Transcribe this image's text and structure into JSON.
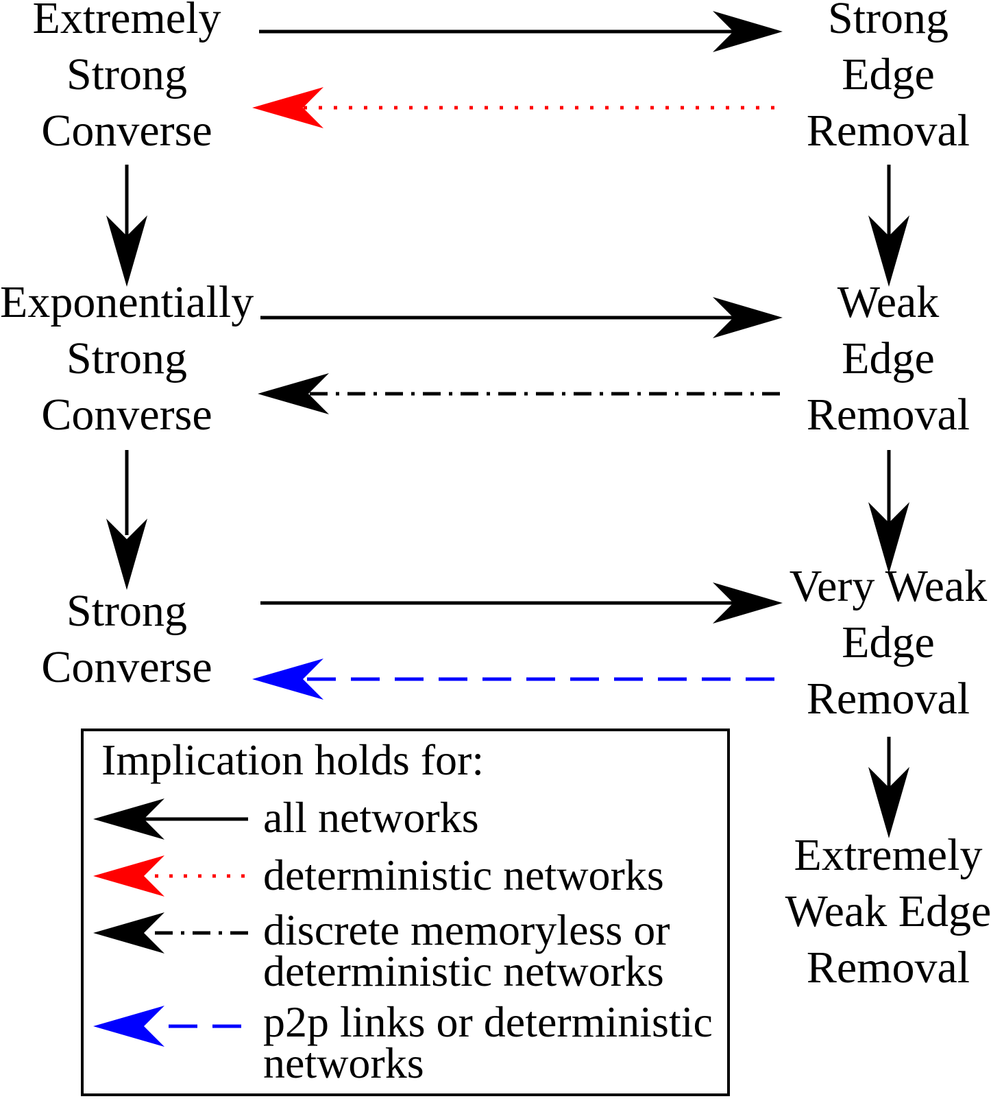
{
  "nodes": {
    "extremely_strong_converse": [
      "Extremely",
      "Strong",
      "Converse"
    ],
    "exponentially_strong_converse": [
      "Exponentially",
      "Strong",
      "Converse"
    ],
    "strong_converse": [
      "Strong",
      "Converse"
    ],
    "strong_edge_removal": [
      "Strong",
      "Edge",
      "Removal"
    ],
    "weak_edge_removal": [
      "Weak",
      "Edge",
      "Removal"
    ],
    "very_weak_edge_removal": [
      "Very Weak",
      "Edge",
      "Removal"
    ],
    "extremely_weak_edge_removal": [
      "Extremely",
      "Weak Edge",
      "Removal"
    ]
  },
  "edges": [
    {
      "from": "extremely_strong_converse",
      "to": "strong_edge_removal",
      "style": "solid",
      "color": "#000000"
    },
    {
      "from": "strong_edge_removal",
      "to": "extremely_strong_converse",
      "style": "dotted",
      "color": "#ff0000"
    },
    {
      "from": "exponentially_strong_converse",
      "to": "weak_edge_removal",
      "style": "solid",
      "color": "#000000"
    },
    {
      "from": "weak_edge_removal",
      "to": "exponentially_strong_converse",
      "style": "dash-dot",
      "color": "#000000"
    },
    {
      "from": "strong_converse",
      "to": "very_weak_edge_removal",
      "style": "solid",
      "color": "#000000"
    },
    {
      "from": "very_weak_edge_removal",
      "to": "strong_converse",
      "style": "dashed",
      "color": "#0000ff"
    },
    {
      "from": "extremely_strong_converse",
      "to": "exponentially_strong_converse",
      "style": "solid",
      "color": "#000000"
    },
    {
      "from": "exponentially_strong_converse",
      "to": "strong_converse",
      "style": "solid",
      "color": "#000000"
    },
    {
      "from": "strong_edge_removal",
      "to": "weak_edge_removal",
      "style": "solid",
      "color": "#000000"
    },
    {
      "from": "weak_edge_removal",
      "to": "very_weak_edge_removal",
      "style": "solid",
      "color": "#000000"
    },
    {
      "from": "very_weak_edge_removal",
      "to": "extremely_weak_edge_removal",
      "style": "solid",
      "color": "#000000"
    }
  ],
  "legend": {
    "title": "Implication holds for:",
    "items": [
      {
        "style": "solid",
        "color": "#000000",
        "lines": [
          "all networks"
        ]
      },
      {
        "style": "dotted",
        "color": "#ff0000",
        "lines": [
          "deterministic networks"
        ]
      },
      {
        "style": "dash-dot",
        "color": "#000000",
        "lines": [
          "discrete memoryless or",
          "deterministic networks"
        ]
      },
      {
        "style": "dashed",
        "color": "#0000ff",
        "lines": [
          "p2p links or deterministic",
          "networks"
        ]
      }
    ]
  }
}
